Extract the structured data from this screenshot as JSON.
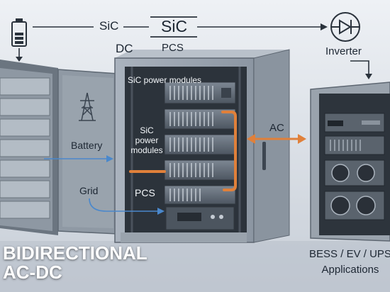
{
  "top_flow": {
    "sic_left": "SiC",
    "dc": "DC",
    "sic_center": "SiC",
    "pcs": "PCS",
    "inverter": "Inverter"
  },
  "cabinet": {
    "module1_label": "SiC power modules",
    "module2_label": "SiC power modules",
    "pcs_label": "PCS"
  },
  "left_labels": {
    "battery": "Battery",
    "grid": "Grid"
  },
  "ac_label": "AC",
  "title": {
    "line1": "BIDIRECTIONAL",
    "line2": "AC-DC"
  },
  "applications": {
    "line1": "BESS / EV / UPS",
    "line2": "Applications"
  },
  "colors": {
    "accent_orange": "#e0803a",
    "flow_blue": "#4a88cc",
    "cabinet_dark": "#2c333b",
    "line_dark": "#2a323c"
  },
  "icons": [
    "battery-icon",
    "diode-icon",
    "tower-icon"
  ]
}
